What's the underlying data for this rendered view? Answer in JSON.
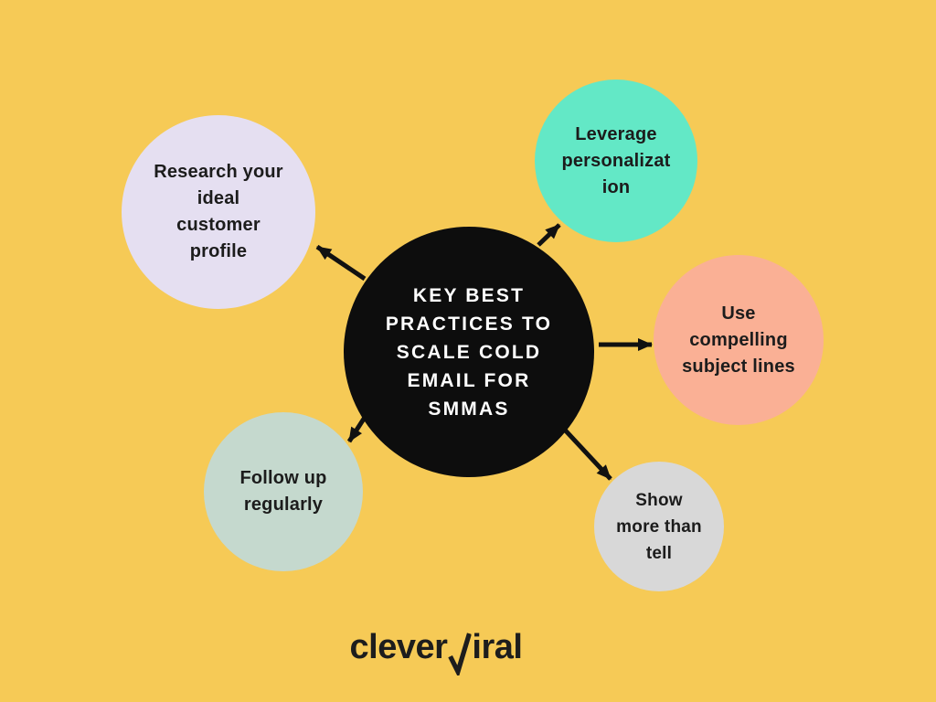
{
  "canvas": {
    "background_color": "#F6CA56"
  },
  "diagram": {
    "title_semantics": "Key best practices to scale cold email for SMMAs mind map",
    "arrow_color": "#111111",
    "center": {
      "label": "KEY BEST\nPRACTICES TO\nSCALE COLD\nEMAIL FOR\nSMMAS",
      "bg_color": "#0D0D0D",
      "text_color": "#FFFFFF"
    },
    "nodes": [
      {
        "id": "research-ideal-customer-profile",
        "position": "top-left",
        "label": "Research your\nideal\ncustomer\nprofile",
        "bg_color": "#E5DFF1"
      },
      {
        "id": "leverage-personalization",
        "position": "top-right",
        "label": "Leverage\npersonalizat\nion",
        "bg_color": "#63E8C6"
      },
      {
        "id": "use-compelling-subject-lines",
        "position": "right",
        "label": "Use\ncompelling\nsubject lines",
        "bg_color": "#FAB095"
      },
      {
        "id": "follow-up-regularly",
        "position": "bottom-left",
        "label": "Follow up\nregularly",
        "bg_color": "#C5D9CE"
      },
      {
        "id": "show-more-than-tell",
        "position": "bottom-right",
        "label": "Show\nmore than\ntell",
        "bg_color": "#D8D8D8"
      }
    ]
  },
  "logo": {
    "prefix": "clever",
    "suffix": "iral",
    "checkmark_glyph": "✓",
    "color": "#1D1D1D"
  }
}
